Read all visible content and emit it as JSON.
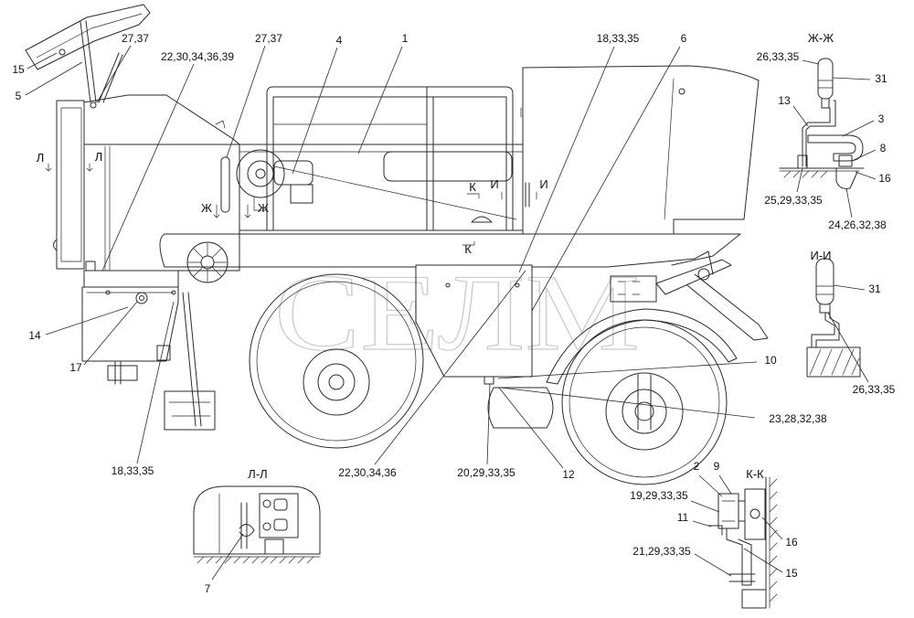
{
  "colors": {
    "line": "#2a2a2a",
    "background": "#ffffff",
    "watermark": "#9a9a9a"
  },
  "main_view": {
    "callouts": [
      "15",
      "5",
      "27,37",
      "22,30,34,36,39",
      "27,37",
      "4",
      "1",
      "18,33,35",
      "6",
      "14",
      "17",
      "18,33,35",
      "22,30,34,36",
      "20,29,33,35",
      "12",
      "10",
      "23,28,32,38"
    ],
    "section_marks": [
      "Л",
      "Л",
      "Ж",
      "Ж",
      "К",
      "И",
      "И",
      "К"
    ],
    "watermark": "СЕЛМ"
  },
  "section_zh": {
    "title": "Ж-Ж",
    "callouts": [
      "26,33,35",
      "31",
      "13",
      "3",
      "8",
      "16",
      "25,29,33,35",
      "24,26,32,38"
    ]
  },
  "section_i": {
    "title": "И-И",
    "callouts": [
      "31",
      "26,33,35"
    ]
  },
  "section_k": {
    "title": "К-К",
    "callouts": [
      "2",
      "9",
      "19,29,33,35",
      "11",
      "16",
      "21,29,33,35",
      "15"
    ]
  },
  "section_l": {
    "title": "Л-Л",
    "callouts": [
      "7"
    ]
  }
}
